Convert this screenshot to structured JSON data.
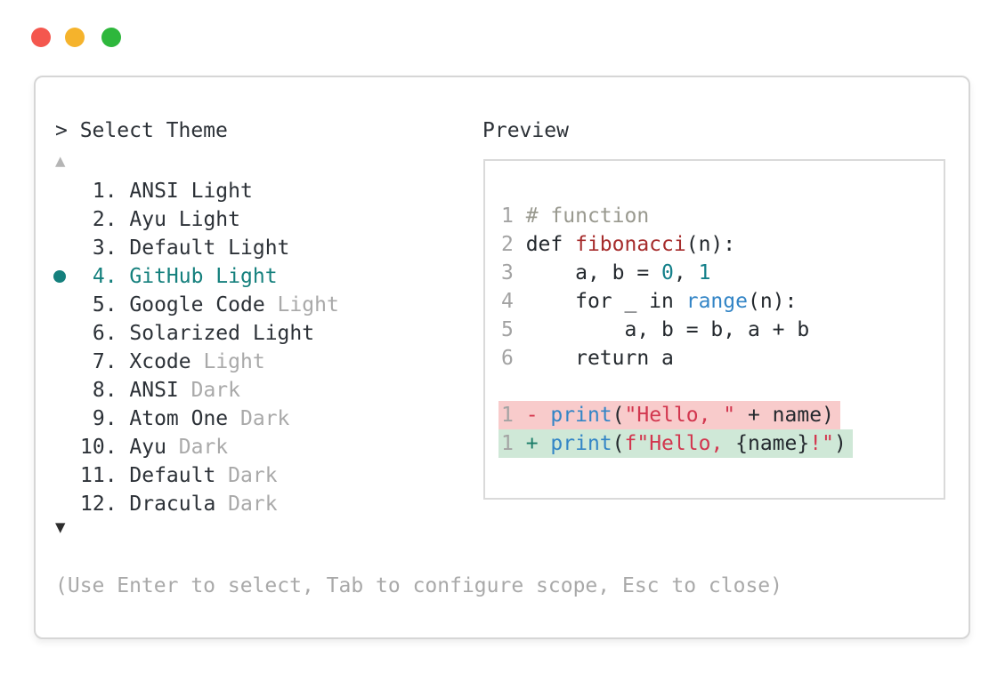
{
  "window": {
    "controls": {
      "close": "close",
      "minimize": "minimize",
      "zoom": "zoom"
    }
  },
  "picker": {
    "prompt": "> ",
    "title": "Select Theme",
    "scroll_up": "▲",
    "scroll_down": "▼",
    "items": [
      {
        "num": " 1.",
        "label": "ANSI Light",
        "dim": ""
      },
      {
        "num": " 2.",
        "label": "Ayu Light",
        "dim": ""
      },
      {
        "num": " 3.",
        "label": "Default Light",
        "dim": ""
      },
      {
        "num": " 4.",
        "label": "GitHub Light",
        "dim": "",
        "selected": true
      },
      {
        "num": " 5.",
        "label": "Google Code",
        "dim": " Light"
      },
      {
        "num": " 6.",
        "label": "Solarized Light",
        "dim": ""
      },
      {
        "num": " 7.",
        "label": "Xcode",
        "dim": " Light"
      },
      {
        "num": " 8.",
        "label": "ANSI",
        "dim": " Dark"
      },
      {
        "num": " 9.",
        "label": "Atom One",
        "dim": " Dark"
      },
      {
        "num": "10.",
        "label": "Ayu",
        "dim": " Dark"
      },
      {
        "num": "11.",
        "label": "Default",
        "dim": " Dark"
      },
      {
        "num": "12.",
        "label": "Dracula",
        "dim": " Dark"
      }
    ],
    "hint": "(Use Enter to select, Tab to configure scope, Esc to close)"
  },
  "preview": {
    "label": "Preview",
    "code": {
      "l1": {
        "no": "1 ",
        "comment": "# function"
      },
      "l2": {
        "no": "2 ",
        "kw": "def ",
        "fn": "fibonacci",
        "rest": "(n):"
      },
      "l3": {
        "no": "3 ",
        "pre": "    a, b = ",
        "num1": "0",
        "mid": ", ",
        "num2": "1"
      },
      "l4": {
        "no": "4 ",
        "pre": "    for _ in ",
        "builtin": "range",
        "rest": "(n):"
      },
      "l5": {
        "no": "5 ",
        "text": "        a, b = b, a + b"
      },
      "l6": {
        "no": "6 ",
        "text": "    return a"
      },
      "removed": {
        "no": "1 ",
        "sign": "- ",
        "builtin": "print",
        "open": "(",
        "string": "\"Hello, \"",
        "rest": " + name)"
      },
      "added": {
        "no": "1 ",
        "sign": "+ ",
        "builtin": "print",
        "open": "(",
        "string_start": "f\"Hello, ",
        "interp": "{name}",
        "string_end": "!\"",
        "close": ")"
      }
    }
  },
  "colors": {
    "accent": "#15807d",
    "text": "#2c3137",
    "dim_text": "#a9a9a9",
    "line_number": "#a3a3a3",
    "traffic_red": "#f4574e",
    "traffic_yellow": "#f5b32c",
    "traffic_green": "#2eb73c",
    "diff_removed_bg": "#f8cbcb",
    "diff_added_bg": "#cfe8d7",
    "diff_minus": "#d6374e",
    "diff_plus": "#1b7c68",
    "syntax_comment": "#99998f",
    "syntax_function": "#a62c2c",
    "syntax_number": "#14808a",
    "syntax_builtin": "#3385c6",
    "syntax_string": "#d2364e"
  }
}
